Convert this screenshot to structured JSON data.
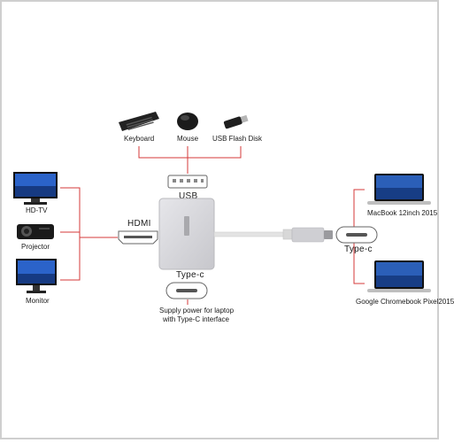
{
  "devices_top": {
    "keyboard": "Keyboard",
    "mouse": "Mouse",
    "usb_disk": "USB Flash Disk"
  },
  "devices_left": {
    "hdtv": "HD-TV",
    "projector": "Projector",
    "monitor": "Monitor"
  },
  "devices_right": {
    "macbook": "MacBook 12inch 2015",
    "chromebook": "Google Chromebook Pixel2015"
  },
  "ports": {
    "usb": "USB",
    "hdmi": "HDMI",
    "type_c_bottom": "Type-c",
    "type_c_right": "Type-c"
  },
  "supply_note": {
    "line1": "Supply power for laptop",
    "line2": "with Type-C interface"
  },
  "colors": {
    "connector_line": "#d63a3a",
    "adapter_body": "#d6d6da",
    "screen_blue": "#2b63c9"
  }
}
